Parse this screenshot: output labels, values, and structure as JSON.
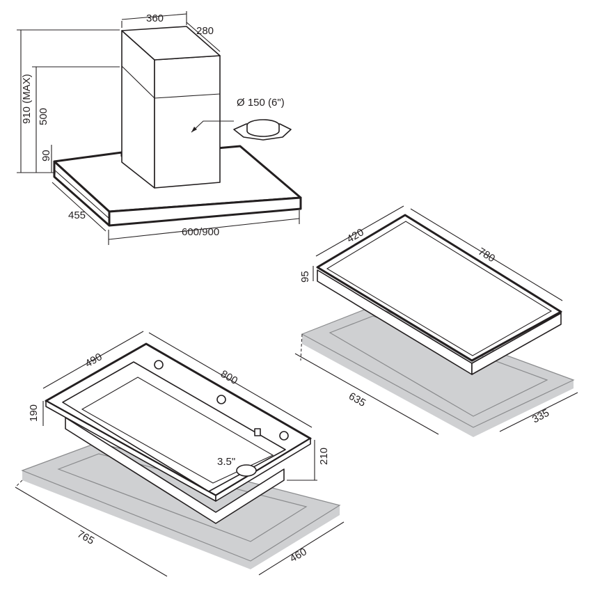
{
  "hood": {
    "chimney_width": "360",
    "chimney_depth": "280",
    "total_height": "910 (MAX)",
    "chimney_height": "500",
    "canopy_height": "90",
    "canopy_depth": "455",
    "canopy_width": "600/900",
    "duct_diameter": "Ø 150 (6\")"
  },
  "hob": {
    "depth": "420",
    "width": "780",
    "thickness": "95",
    "cutout_width": "635",
    "cutout_depth": "335"
  },
  "sink": {
    "depth": "490",
    "width": "800",
    "bowl_depth": "190",
    "total_depth": "210",
    "drain": "3.5\"",
    "cutout_width": "765",
    "cutout_depth": "460"
  }
}
